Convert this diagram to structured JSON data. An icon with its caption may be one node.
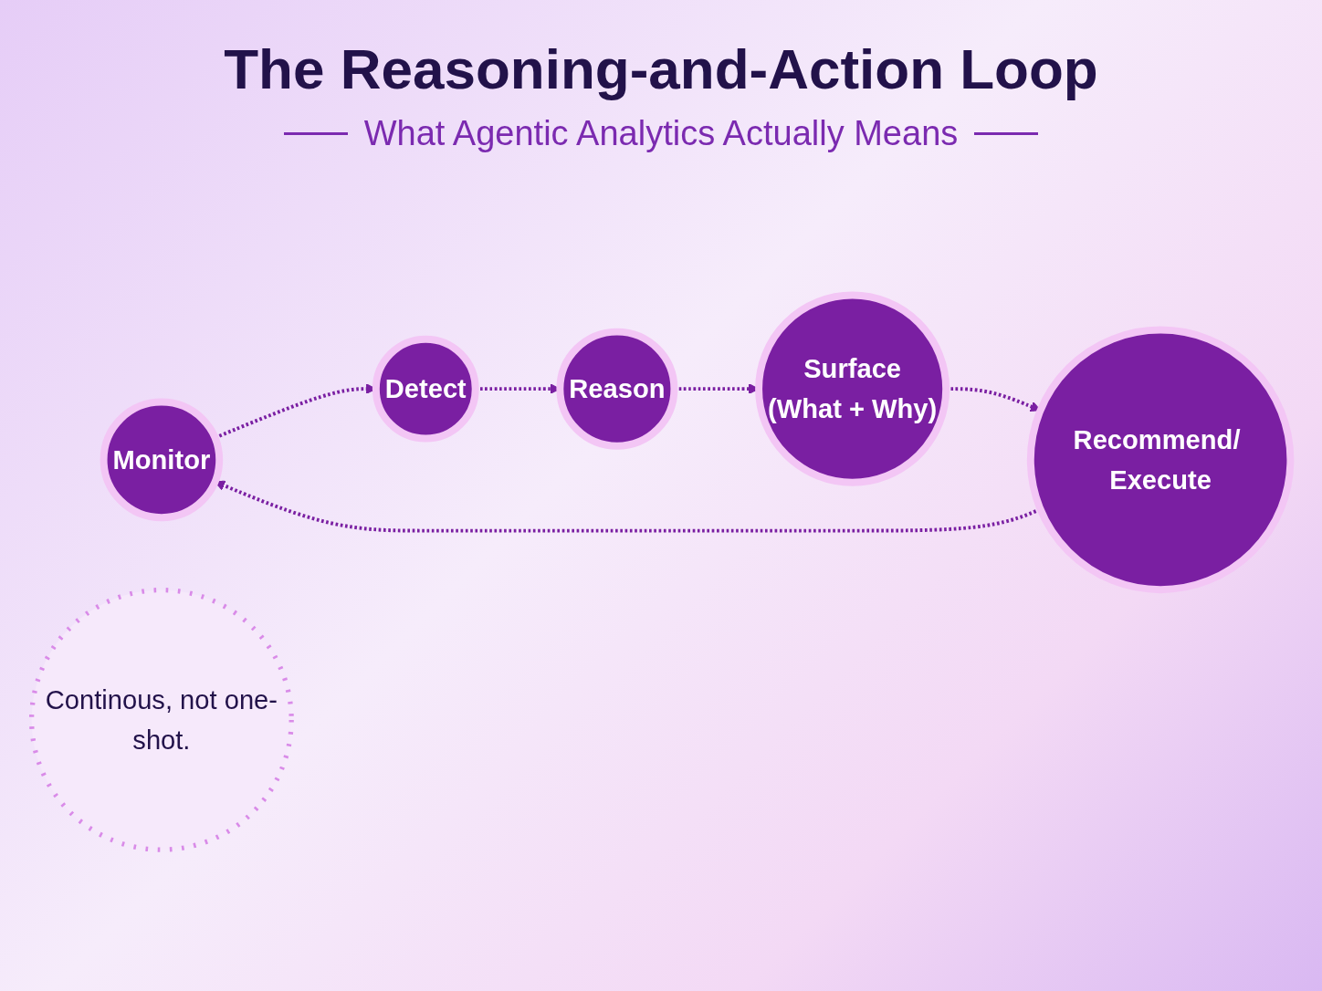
{
  "diagram": {
    "title": "The Reasoning-and-Action Loop",
    "caption": "What Agentic Analytics Actually Means",
    "nodes": [
      {
        "text": [
          "Monitor"
        ]
      },
      {
        "text": [
          "Detect"
        ]
      },
      {
        "text": [
          "Reason"
        ]
      },
      {
        "text": [
          "Surface",
          "(What + Why)"
        ]
      },
      {
        "text": [
          "Recommend/ Execute"
        ]
      },
      {
        "text": [
          "Continous, not one-shot."
        ]
      }
    ],
    "edges": [
      {
        "from": 0,
        "to": 1,
        "arrow": "to",
        "style": "dashed"
      },
      {
        "from": 1,
        "to": 2,
        "arrow": "to",
        "style": "dashed"
      },
      {
        "from": 2,
        "to": 3,
        "arrow": "to",
        "style": "dashed"
      },
      {
        "from": 3,
        "to": 4,
        "arrow": "to",
        "style": "dashed"
      },
      {
        "from": 4,
        "to": 0,
        "arrow": "to",
        "style": "dashed"
      }
    ]
  }
}
